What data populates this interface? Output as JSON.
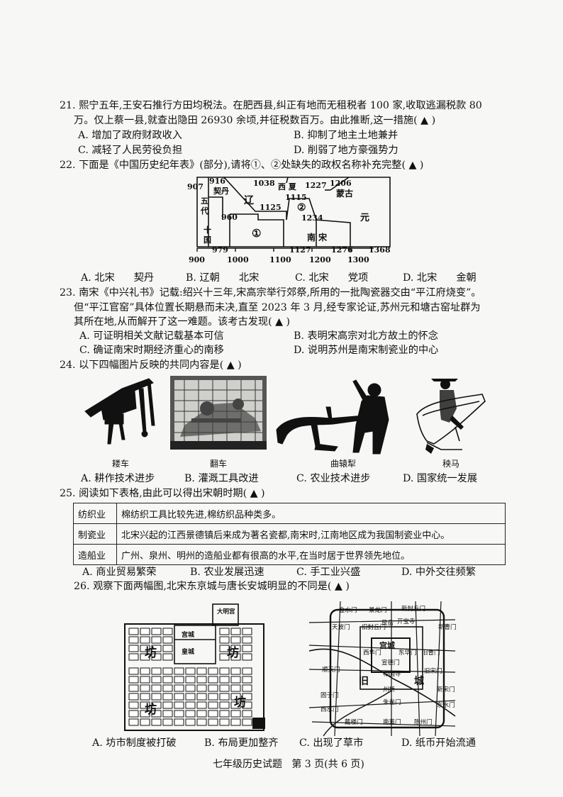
{
  "q21": {
    "line1": "21. 熙宁五年,王安石推行方田均税法。在肥西县,纠正有地而无租税者 100 家,收取逃漏税款 80",
    "line2": "万。仅上蔡一县,就查出隐田 26930 余顷,并征税数百万。由此推断,这一措施(   ▲   )",
    "A": "A. 增加了政府财政收入",
    "B": "B. 抑制了地主土地兼并",
    "C": "C. 减轻了人民劳役负担",
    "D": "D. 削弱了地方豪强势力"
  },
  "q22": {
    "line1": "22. 下面是《中国历史纪年表》(部分),请将①、②处缺失的政权名称补充完整(   ▲   )",
    "A": "A. 北宋      契丹",
    "B": "B. 辽朝      北宋",
    "C": "C. 北宋      党项",
    "D": "D. 北宋      金朝",
    "chart": {
      "y907": "907",
      "y916": "916",
      "qidan": "契丹",
      "liao": "辽",
      "y1038": "1038",
      "xixia": "西 夏",
      "y1227": "1227",
      "y1206": "1206",
      "menggu": "蒙古",
      "wudai": "五\n代",
      "y1125": "1125",
      "y1115": "1115",
      "mark2": "②",
      "yuan": "元",
      "y960": "960",
      "y1234": "1234",
      "shiguo": "十\n国",
      "mark1": "①",
      "nansong": "南 宋",
      "y979": "979",
      "y1127": "1127",
      "y1276": "1276",
      "y1368": "1368",
      "ticks": [
        "900",
        "1000",
        "1100",
        "1200",
        "1300"
      ]
    }
  },
  "q23": {
    "line1": "23. 南宋《中兴礼书》记载:绍兴十三年,宋高宗举行郊祭,所用的一批陶瓷器交由“平江府烧变”。",
    "line2": "但“平江官窑”具体位置长期悬而未决,直至 2023 年 3 月,经专家论证,苏州元和塘古窑址群为",
    "line3": "其所在地,从而解开了这一难题。该考古发现(   ▲   )",
    "A": "A. 可证明相关文献记载基本可信",
    "B": "B. 表明宋高宗对北方故土的怀念",
    "C": "C. 确证南宋时期经济重心的南移",
    "D": "D. 说明苏州是南宋制瓷业的中心"
  },
  "q24": {
    "line1": "24. 以下四幅图片反映的共同内容是(   ▲   )",
    "captions": [
      "耧车",
      "翻车",
      "曲辕犁",
      "秧马"
    ],
    "A": "A. 耕作技术进步",
    "B": "B. 灌溉工具改进",
    "C": "C. 农业技术进步",
    "D": "D. 国家统一发展"
  },
  "q25": {
    "line1": "25. 阅读如下表格,由此可以得出宋朝时期(   ▲   )",
    "rows": [
      {
        "head": "纺织业",
        "text": "棉纺织工具比较先进,棉纺织品种类多。"
      },
      {
        "head": "制瓷业",
        "text": "北宋兴起的江西景德镇后来成为著名瓷都,南宋时,江南地区成为我国制瓷业中心。"
      },
      {
        "head": "造船业",
        "text": "广州、泉州、明州的造船业都有很高的水平,在当时居于世界领先地位。"
      }
    ],
    "A": "A. 商业贸易繁荣",
    "B": "B. 农业发展迅速",
    "C": "C. 手工业兴盛",
    "D": "D. 中外交往频繁"
  },
  "q26": {
    "line1": "26. 观察下面两幅图,北宋东京城与唐长安城明显的不同是(   ▲   )",
    "map1": {
      "gate": "大明宫",
      "palace": "宫城",
      "imperial": "皇城",
      "fang1": "坊",
      "fang2": "坊",
      "fang3": "坊",
      "fang4": "坊"
    },
    "map2": {
      "g1": "金水门",
      "g2": "景龙门",
      "g3": "新封丘门",
      "g4": "宫城",
      "g5": "旧城",
      "g6": "城",
      "g7": "旧",
      "g8": "开宝寺",
      "g9": "艮岳",
      "g10": "相国寺",
      "g11": "州桥",
      "g12": "新曹门",
      "g13": "朱雀门",
      "g14": "南薰门",
      "g15": "新宋门",
      "g16": "戴楼门",
      "g17": "陈州门",
      "g18": "顺天门",
      "g19": "固子门",
      "g20": "东水门",
      "g21": "西水门",
      "g22": "旧封丘门",
      "g23": "东华门",
      "g24": "西华门",
      "g25": "天波门",
      "g26": "旧宋门",
      "g27": "旧曹门",
      "g28": "宣德门"
    },
    "A": "A. 坊市制度被打破",
    "B": "B. 布局更加整齐",
    "C": "C. 出现了草市",
    "D": "D. 纸币开始流通"
  },
  "footer": "七年级历史试题   第 3 页(共 6 页)"
}
